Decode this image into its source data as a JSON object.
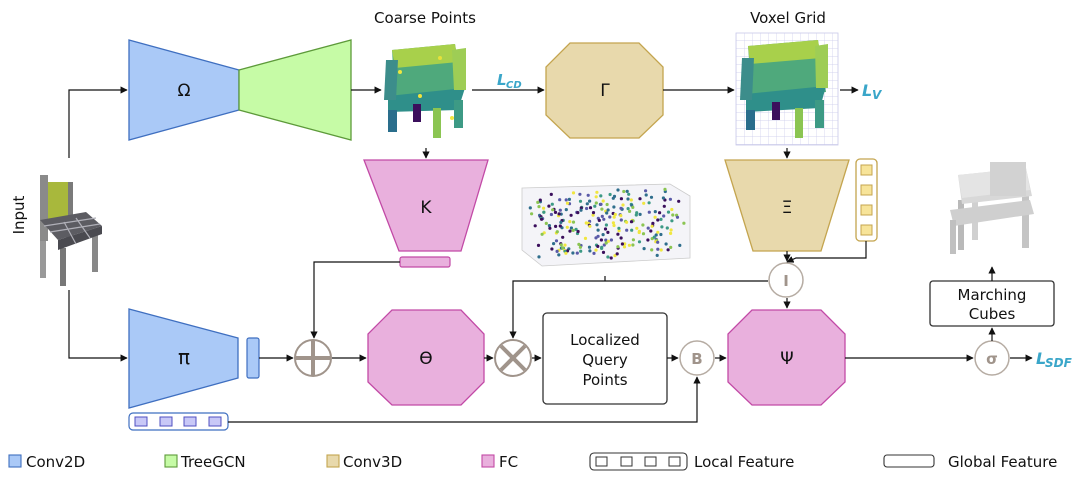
{
  "title_coarse_points": "Coarse Points",
  "title_voxel_grid": "Voxel Grid",
  "input_label": "Input",
  "symbols": {
    "omega": "Ω",
    "gamma": "Γ",
    "kappa": "K",
    "xi": "Ξ",
    "pi": "π",
    "theta": "ϴ",
    "psi": "Ψ",
    "interp": "I",
    "b_op": "B",
    "sigma": "σ"
  },
  "losses": {
    "cd_main": "L",
    "cd_sub": "CD",
    "v_main": "L",
    "v_sub": "V",
    "sdf_main": "L",
    "sdf_sub": "SDF"
  },
  "localized_query_points": [
    "Localized",
    "Query",
    "Points"
  ],
  "marching_cubes": [
    "Marching",
    "Cubes"
  ],
  "legend": {
    "conv2d": "Conv2D",
    "treegcn": "TreeGCN",
    "conv3d": "Conv3D",
    "fc": "FC",
    "local_feature": "Local Feature",
    "global_feature": "Global Feature"
  },
  "colors": {
    "conv2d": "#aac9f7",
    "treegcn": "#c6fba6",
    "conv3d": "#e8d9ac",
    "fc": "#e9b0dd",
    "loss": "#3aa6c9",
    "op_circle": "#a0948b"
  }
}
